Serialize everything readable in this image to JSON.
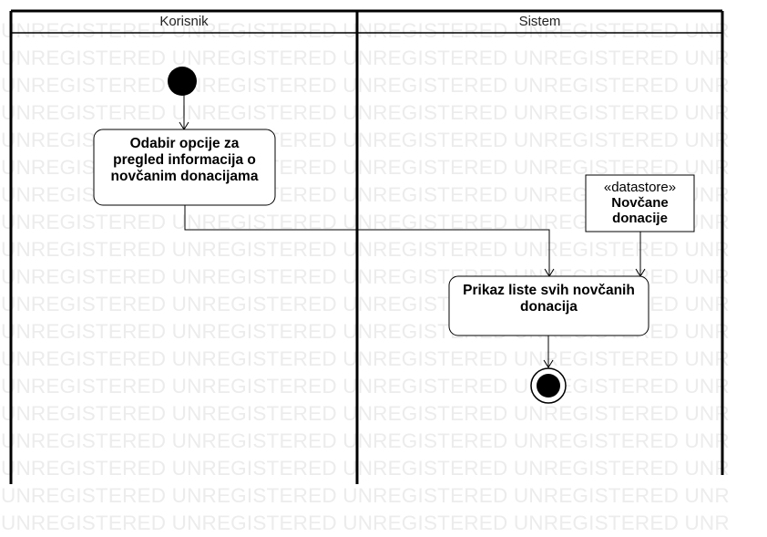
{
  "watermark": {
    "text": "UNREGISTERED UNREGISTERED UNREGISTERED UNREGISTERED UNR"
  },
  "lanes": [
    {
      "title": "Korisnik"
    },
    {
      "title": "Sistem"
    }
  ],
  "nodes": {
    "select_option": {
      "lines": [
        "Odabir opcije za",
        "pregled informacija o",
        "novčanim donacijama"
      ]
    },
    "show_list": {
      "lines": [
        "Prikaz liste svih novčanih",
        "donacija"
      ]
    },
    "datastore": {
      "stereotype": "«datastore»",
      "lines": [
        "Novčane",
        "donacije"
      ]
    }
  },
  "colors": {
    "line": "#000000",
    "watermark": "#ececec",
    "fill": "#ffffff"
  }
}
